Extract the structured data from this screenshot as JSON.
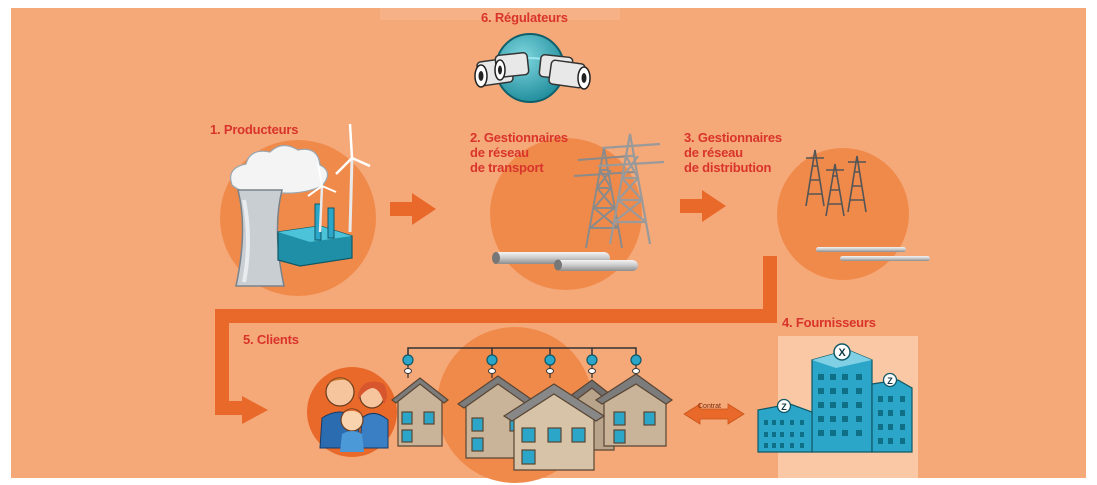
{
  "colors": {
    "background": "#f5a878",
    "accent_circle": "#f08a4b",
    "label_red": "#d9342b",
    "arrow_orange": "#e8692a",
    "building_blue": "#2ba6c9"
  },
  "steps": {
    "producteurs": {
      "label": "1. Producteurs"
    },
    "transport": {
      "lines": [
        "2. Gestionnaires",
        "de réseau",
        "de transport"
      ]
    },
    "distribution": {
      "lines": [
        "3. Gestionnaires",
        "de réseau",
        "de distribution"
      ]
    },
    "fournisseurs": {
      "label": "4. Fournisseurs"
    },
    "clients": {
      "label": "5. Clients"
    },
    "regulateurs": {
      "label": "6. Régulateurs"
    }
  },
  "contract_label": "Contrat",
  "icons": {
    "power_plant": "nuclear-plant-wind-turbines-icon",
    "transport_pylons": "high-voltage-pylons-icon",
    "distribution_pylons": "distribution-pylons-icon",
    "houses": "houses-icon",
    "family": "family-icon",
    "offices": "office-buildings-icon",
    "regulator": "regulator-globe-icon"
  }
}
